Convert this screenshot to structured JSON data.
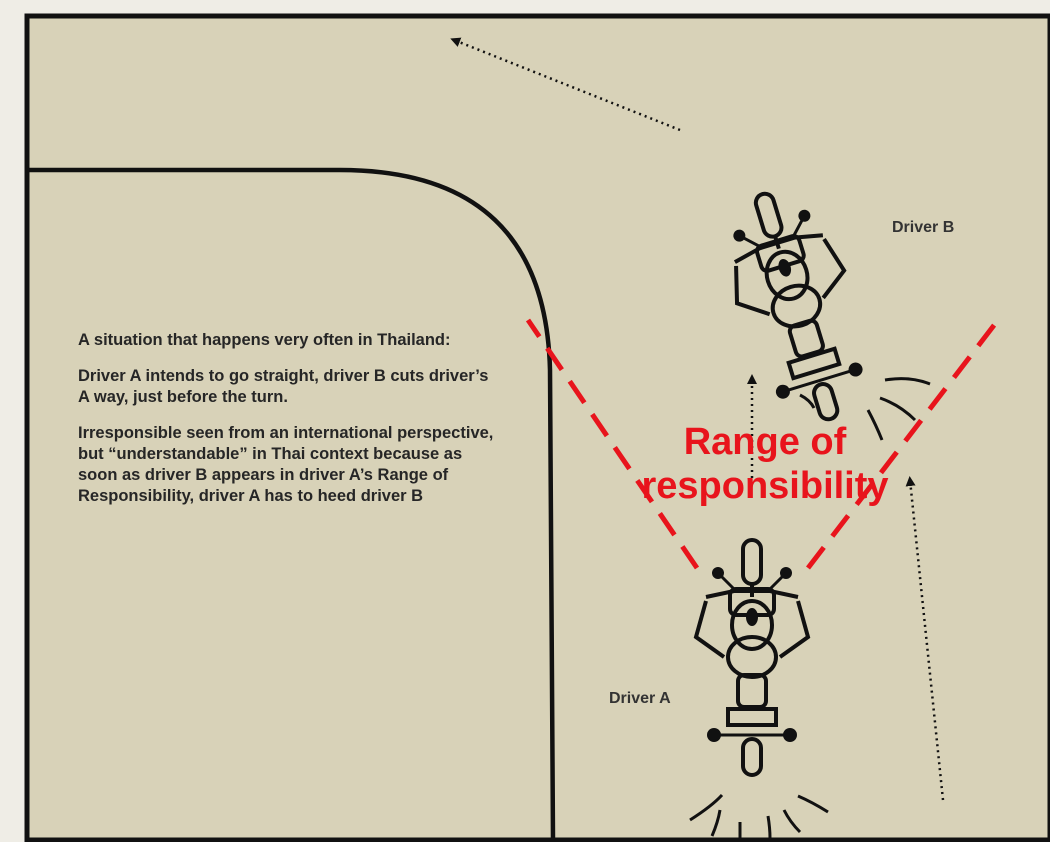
{
  "description": {
    "paragraphs": [
      "A situation that happens very often in Thailand:",
      "Driver A intends to go straight, driver B cuts driver’s A way, just before the turn.",
      "Irresponsible seen from an international perspective, but “understandable” in Thai context because as soon as driver B appears in driver A’s Range of Responsibility, driver A has to heed driver B"
    ]
  },
  "labels": {
    "driver_a": "Driver A",
    "driver_b": "Driver B",
    "range_line1": "Range of",
    "range_line2": "responsibility"
  },
  "colors": {
    "background": "#d8d2b8",
    "border": "#111111",
    "accent": "#e8141c"
  }
}
